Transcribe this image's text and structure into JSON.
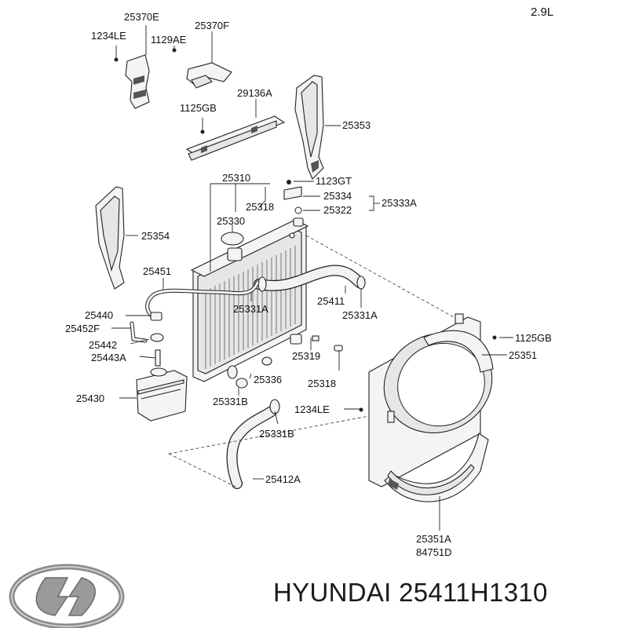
{
  "engine_label": "2.9L",
  "footer": {
    "brand": "HYUNDAI",
    "part_number": "25411H1310"
  },
  "labels": {
    "p25370E": "25370E",
    "p1234LE_top": "1234LE",
    "p25370F": "25370F",
    "p1129AE": "1129AE",
    "p29136A": "29136A",
    "p1125GB_top": "1125GB",
    "p25353": "25353",
    "p25310": "25310",
    "p1123GT": "1123GT",
    "p25334": "25334",
    "p25318_top": "25318",
    "p25322": "25322",
    "p25333A": "25333A",
    "p25330": "25330",
    "p25354": "25354",
    "p25451": "25451",
    "p25411": "25411",
    "p25331A_left": "25331A",
    "p25331A_right": "25331A",
    "p25440": "25440",
    "p25452F": "25452F",
    "p25442": "25442",
    "p25443A": "25443A",
    "p1125GB_right": "1125GB",
    "p25319": "25319",
    "p25351": "25351",
    "p25336": "25336",
    "p25318_bottom": "25318",
    "p25430": "25430",
    "p25331B_left": "25331B",
    "p1234LE_right": "1234LE",
    "p25331B_bottom": "25331B",
    "p25412A": "25412A",
    "p25351A": "25351A",
    "p84751D": "84751D"
  }
}
